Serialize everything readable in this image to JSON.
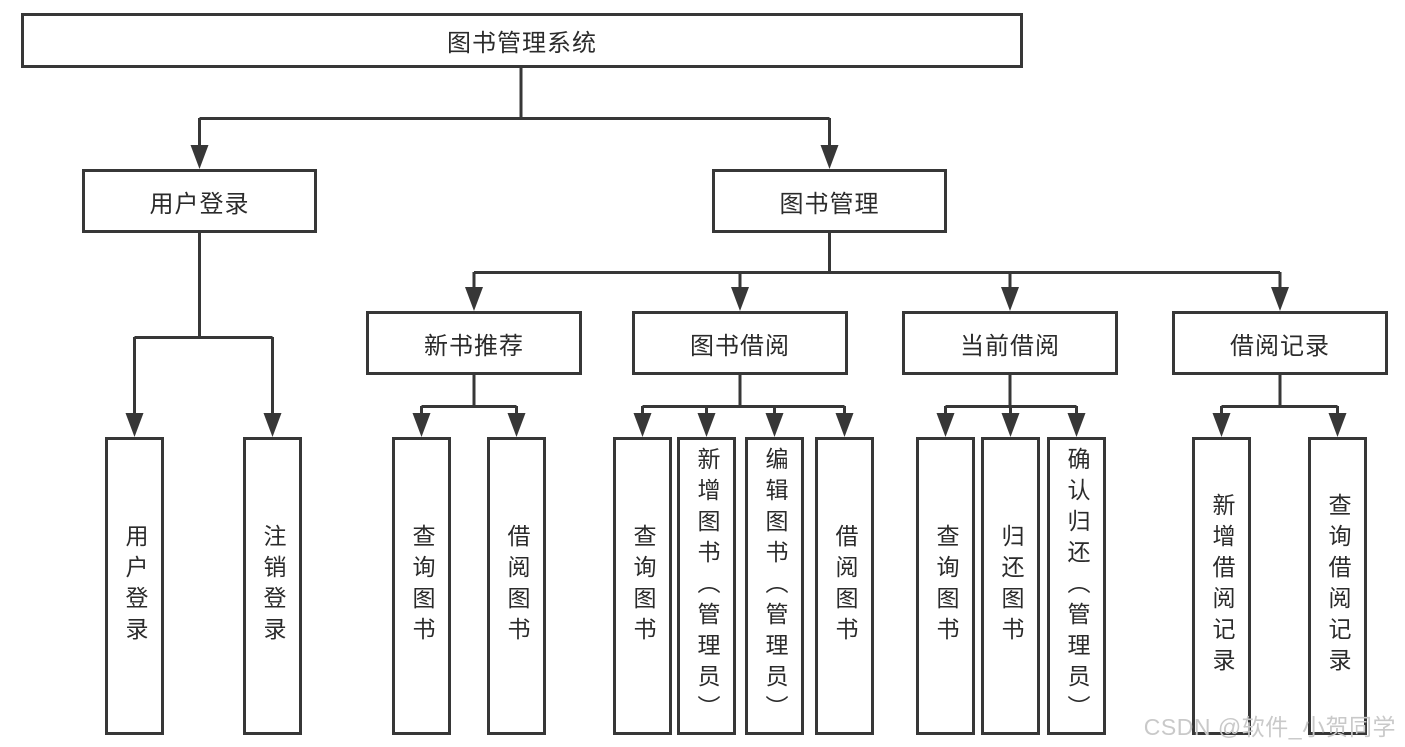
{
  "diagram": {
    "tree": {
      "root": {
        "label": "图书管理系统",
        "children": [
          {
            "label": "用户登录",
            "children": [
              {
                "label": "用户登录"
              },
              {
                "label": "注销登录"
              }
            ]
          },
          {
            "label": "图书管理",
            "children": [
              {
                "label": "新书推荐",
                "children": [
                  {
                    "label": "查询图书"
                  },
                  {
                    "label": "借阅图书"
                  }
                ]
              },
              {
                "label": "图书借阅",
                "children": [
                  {
                    "label": "查询图书"
                  },
                  {
                    "label": "新增图书（管理员）"
                  },
                  {
                    "label": "编辑图书（管理员）"
                  },
                  {
                    "label": "借阅图书"
                  }
                ]
              },
              {
                "label": "当前借阅",
                "children": [
                  {
                    "label": "查询图书"
                  },
                  {
                    "label": "归还图书"
                  },
                  {
                    "label": "确认归还（管理员）"
                  }
                ]
              },
              {
                "label": "借阅记录",
                "children": [
                  {
                    "label": "新增借阅记录"
                  },
                  {
                    "label": "查询借阅记录"
                  }
                ]
              }
            ]
          }
        ]
      }
    },
    "colors": {
      "box_border": "#373737",
      "connector_line": "#373737",
      "node_text": "#2b2b2b",
      "background": "#ffffff",
      "watermark_text": "#c9c9c9"
    }
  },
  "watermark": {
    "text": "CSDN @软件_小贺同学"
  }
}
